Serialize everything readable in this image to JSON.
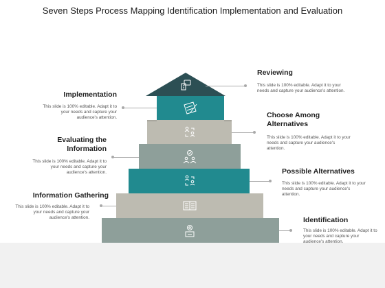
{
  "title": "Seven Steps Process Mapping Identification Implementation and Evaluation",
  "description_text": "This slide is 100% editable. Adapt it to your needs and capture your audience's attention.",
  "steps": [
    {
      "label": "Reviewing",
      "icon": "message-board-icon",
      "color": "#2c4f54"
    },
    {
      "label": "Implementation",
      "icon": "pencil-document-icon",
      "color": "#218a8f"
    },
    {
      "label": "Choose Among Alternatives",
      "icon": "people-choice-icon",
      "color": "#bdbbb1"
    },
    {
      "label": "Evaluating the Information",
      "icon": "team-check-icon",
      "color": "#8e9f9a"
    },
    {
      "label": "Possible Alternatives",
      "icon": "people-choice-icon",
      "color": "#218a8f"
    },
    {
      "label": "Information Gathering",
      "icon": "open-book-icon",
      "color": "#bdbbb1"
    },
    {
      "label": "Identification",
      "icon": "id-badge-icon",
      "color": "#8e9f9a"
    }
  ]
}
